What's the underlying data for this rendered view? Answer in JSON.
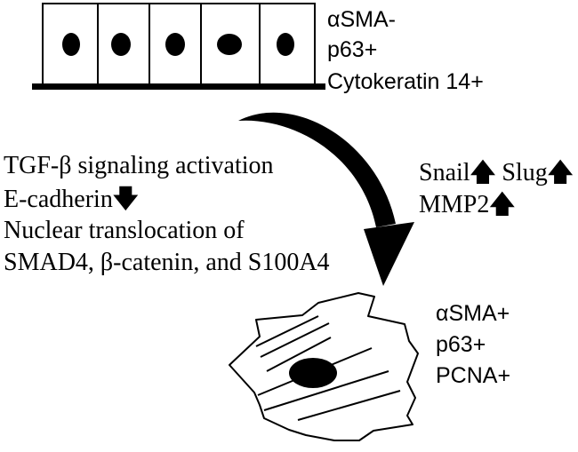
{
  "epithelial_markers": {
    "line1": "αSMA-",
    "line2": "p63+",
    "line3": "Cytokeratin 14+"
  },
  "left_text": {
    "tgf": "TGF-β signaling activation",
    "ecad": "E-cadherin",
    "nuclear1": "Nuclear translocation of",
    "nuclear2": "SMAD4, β-catenin, and S100A4"
  },
  "right_text": {
    "snail": "Snail",
    "slug": "Slug",
    "mmp2": "MMP2"
  },
  "mesenchymal_markers": {
    "line1": "αSMA+",
    "line2": "p63+",
    "line3": "PCNA+"
  },
  "colors": {
    "ink": "#000000",
    "background": "#ffffff"
  },
  "icons": {
    "up": "bold-up-arrow-icon",
    "down": "bold-down-arrow-icon",
    "transition": "curved-transition-arrow-icon"
  }
}
